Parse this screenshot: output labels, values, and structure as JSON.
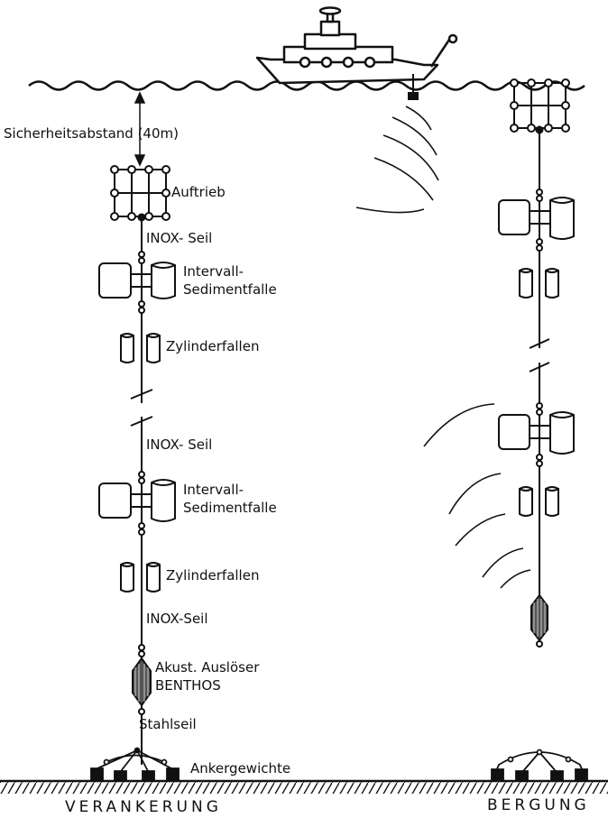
{
  "labels": {
    "safety_distance": "Sicherheitsabstand (40m)",
    "buoyancy": "Auftrieb",
    "inox_rope_1": "INOX- Seil",
    "trap_top_line1": "Intervall-",
    "trap_top_line2": "Sedimentfalle",
    "cylinder_traps_1": "Zylinderfallen",
    "inox_rope_2": "INOX- Seil",
    "trap_bottom_line1": "Intervall-",
    "trap_bottom_line2": "Sedimentfalle",
    "cylinder_traps_2": "Zylinderfallen",
    "inox_rope_3": "INOX-Seil",
    "release_line1": "Akust. Auslöser",
    "release_line2": "BENTHOS",
    "steel_rope": "Stahlseil",
    "anchor_weights": "Ankergewichte"
  },
  "captions": {
    "mooring": "VERANKERUNG",
    "recovery": "BERGUNG"
  },
  "colors": {
    "ink": "#111111",
    "background": "#ffffff"
  },
  "icons": {
    "ship": "ship-icon",
    "buoy": "buoy-float-icon",
    "trap": "sediment-trap-icon",
    "release": "acoustic-release-icon",
    "anchor": "anchor-weight-icon"
  }
}
